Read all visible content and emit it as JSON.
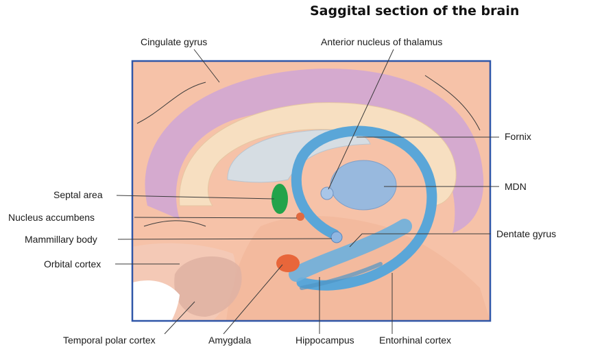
{
  "title": "Saggital section of the brain",
  "labels": {
    "cingulate_gyrus": "Cingulate gyrus",
    "anterior_nucleus_thalamus": "Anterior nucleus of thalamus",
    "fornix": "Fornix",
    "mdn": "MDN",
    "septal_area": "Septal area",
    "nucleus_accumbens": "Nucleus accumbens",
    "mammillary_body": "Mammillary body",
    "orbital_cortex": "Orbital cortex",
    "dentate_gyrus": "Dentate gyrus",
    "temporal_polar_cortex": "Temporal polar cortex",
    "amygdala": "Amygdala",
    "hippocampus": "Hippocampus",
    "entorhinal_cortex": "Entorhinal cortex"
  },
  "colors": {
    "frame": "#2f56a8",
    "cortex": "#f6c2a8",
    "cingulate": "#cfa6d6",
    "corpus_callosum": "#f7dfc1",
    "ventricle": "#d6dde3",
    "fornix": "#5aa6d8",
    "thalamus": "#98b9de",
    "septal": "#22a34a",
    "amygdala": "#e8663a",
    "temporal_pole": "#e0b3a3"
  }
}
